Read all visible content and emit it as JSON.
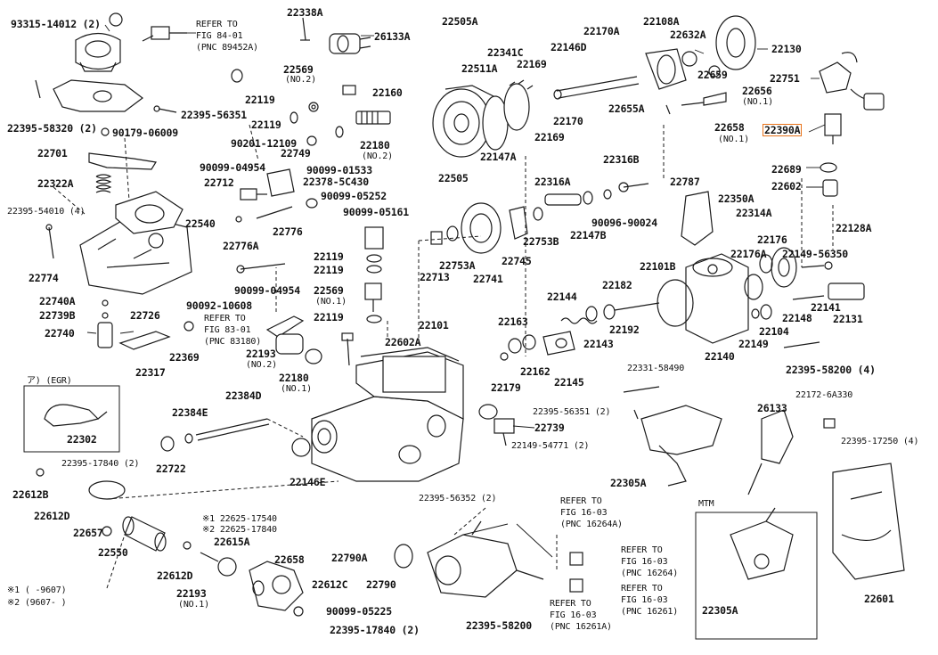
{
  "labels": {
    "p93315_14012": "93315-14012 (2)",
    "refer_84_01_a": "REFER TO",
    "refer_84_01_b": "FIG 84-01",
    "refer_84_01_c": "(PNC 89452A)",
    "p22338A": "22338A",
    "p26133A": "26133A",
    "p22505A": "22505A",
    "p22170A": "22170A",
    "p22108A": "22108A",
    "p22632A": "22632A",
    "p22130": "22130",
    "p22341C": "22341C",
    "p22146D": "22146D",
    "p22511A": "22511A",
    "p22169_a": "22169",
    "p22659": "22659",
    "p22751": "22751",
    "p22569_no2": "22569",
    "no2_a": "(NO.2)",
    "p22160": "22160",
    "p22656": "22656",
    "no1_a": "(NO.1)",
    "p22395_58320": "22395-58320 (2)",
    "p22395_56351_a": "22395-56351",
    "p22119_a": "22119",
    "p22119_b": "22119",
    "p90179_06009": "90179-06009",
    "p22170": "22170",
    "p22655A": "22655A",
    "p22658": "22658",
    "no1_b": "(NO.1)",
    "p22390A": "22390A",
    "p22169_b": "22169",
    "p90201_12109": "90201-12109",
    "p22180": "22180",
    "no2_b": "(NO.2)",
    "p22701": "22701",
    "p22749": "22749",
    "p90099_04954_a": "90099-04954",
    "p90099_01533": "90099-01533",
    "p22147A": "22147A",
    "p22316B": "22316B",
    "p22689": "22689",
    "p22322A": "22322A",
    "p22712": "22712",
    "p22378_5C430": "22378-5C430",
    "p22505": "22505",
    "p22316A": "22316A",
    "p22787": "22787",
    "p22602": "22602",
    "p90099_05252": "90099-05252",
    "p22350A": "22350A",
    "p22395_54010": "22395-54010 (4)",
    "p22540": "22540",
    "p90099_05161": "90099-05161",
    "p22314A": "22314A",
    "p90096_90024": "90096-90024",
    "p22128A": "22128A",
    "p22776": "22776",
    "p22119_c": "22119",
    "p22176": "22176",
    "p22753B": "22753B",
    "p22147B": "22147B",
    "p22776A": "22776A",
    "p22149_56350": "22149-56350",
    "p22119_d": "22119",
    "p22176A": "22176A",
    "p22753A": "22753A",
    "p22745": "22745",
    "p22101B": "22101B",
    "p22774": "22774",
    "p90099_04954_b": "90099-04954",
    "p22713": "22713",
    "p22741": "22741",
    "p22569_no1": "22569",
    "no1_c": "(NO.1)",
    "p22144": "22144",
    "p22182": "22182",
    "p22141": "22141",
    "p22740A": "22740A",
    "p90092_10608": "90092-10608",
    "p22148": "22148",
    "p22131": "22131",
    "p22739B": "22739B",
    "p22726": "22726",
    "refer_83_01_a": "REFER TO",
    "p22119_e": "22119",
    "p22101": "22101",
    "p22163": "22163",
    "p22104": "22104",
    "p22740": "22740",
    "refer_83_01_b": "FIG 83-01",
    "refer_83_01_c": "(PNC 83180)",
    "p22602A": "22602A",
    "p22192": "22192",
    "p22143": "22143",
    "p22149": "22149",
    "p22193_no2": "22193",
    "no2_c": "(NO.2)",
    "p22369": "22369",
    "p22140": "22140",
    "p22395_58200_4": "22395-58200 (4)",
    "p22317": "22317",
    "p22162": "22162",
    "p22145": "22145",
    "p22180_no1": "22180",
    "no1_d": "(NO.1)",
    "p22179": "22179",
    "egr_label": "ア) (EGR)",
    "p22331_58490": "22331-58490",
    "p22384D": "22384D",
    "p22172_6A330": "22172-6A330",
    "p26133": "26133",
    "p22395_56351_2": "22395-56351 (2)",
    "p22384E": "22384E",
    "p22739": "22739",
    "p22302": "22302",
    "p22149_54771": "22149-54771 (2)",
    "p22395_17250": "22395-17250 (4)",
    "p22722": "22722",
    "p22395_17840_2": "22395-17840 (2)",
    "p22146E": "22146E",
    "p22305A_a": "22305A",
    "p22612B": "22612B",
    "p22612D_a": "22612D",
    "p22395_56352": "22395-56352 (2)",
    "refer_16_03a_a": "REFER TO",
    "refer_16_03a_b": "FIG 16-03",
    "refer_16_03a_c": "(PNC 16264A)",
    "mtm": "MTM",
    "p22657": "22657",
    "p22550": "22550",
    "p222625_17540": "※1 22625-17540",
    "p222625_17840": "※2 22625-17840",
    "p22615A": "22615A",
    "p22790A": "22790A",
    "refer_16_03b_a": "REFER TO",
    "refer_16_03b_b": "FIG 16-03",
    "refer_16_03b_c": "(PNC 16264)",
    "p22658_b": "22658",
    "p22612D_b": "22612D",
    "p22612C": "22612C",
    "p22790": "22790",
    "refer_16_03c_a": "REFER TO",
    "refer_16_03c_b": "FIG 16-03",
    "refer_16_03c_c": "(PNC 16261)",
    "p22601": "22601",
    "p22193_no1": "22193",
    "no1_e": "(NO.1)",
    "note1": "※1 (      -9607)",
    "note2": "※2 (9607-      )",
    "p90099_05225": "90099-05225",
    "refer_16_03d_a": "REFER TO",
    "refer_16_03d_b": "FIG 16-03",
    "refer_16_03d_c": "(PNC 16261A)",
    "p22305A_b": "22305A",
    "p22395_17840_b": "22395-17840 (2)",
    "p22395_58200": "22395-58200"
  },
  "highlight_color": "#e8731a",
  "highlight_target": "22390A"
}
